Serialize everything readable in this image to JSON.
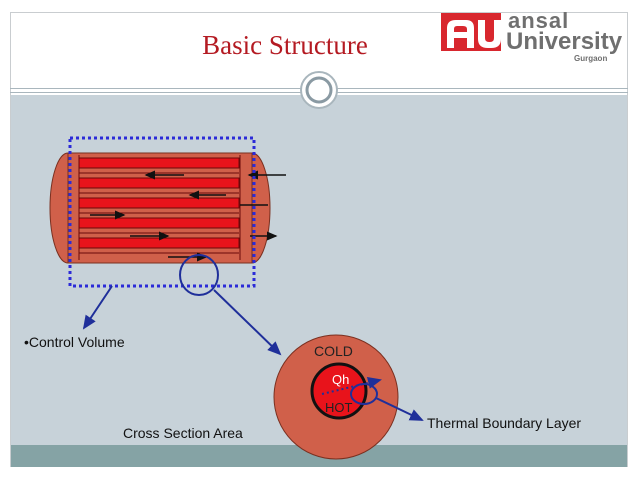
{
  "header": {
    "title": "Basic Structure"
  },
  "logo": {
    "line1": "ansal",
    "line2": "University",
    "line3": "Gurgaon"
  },
  "diagram": {
    "control_volume_label": "•Control Volume",
    "cold_label": "COLD",
    "qh_label": "Qh",
    "hot_label": "HOT",
    "cross_section_label": "Cross Section Area",
    "boundary_layer_label": "Thermal Boundary Layer"
  },
  "colors": {
    "title": "#b41a22",
    "background": "#c7d2d9",
    "shell": "#d0604a",
    "tube": "#e8131b",
    "control_volume": "#2b2bd8",
    "pointer_line": "#1f2f9a",
    "footer": "#85a3a5"
  }
}
